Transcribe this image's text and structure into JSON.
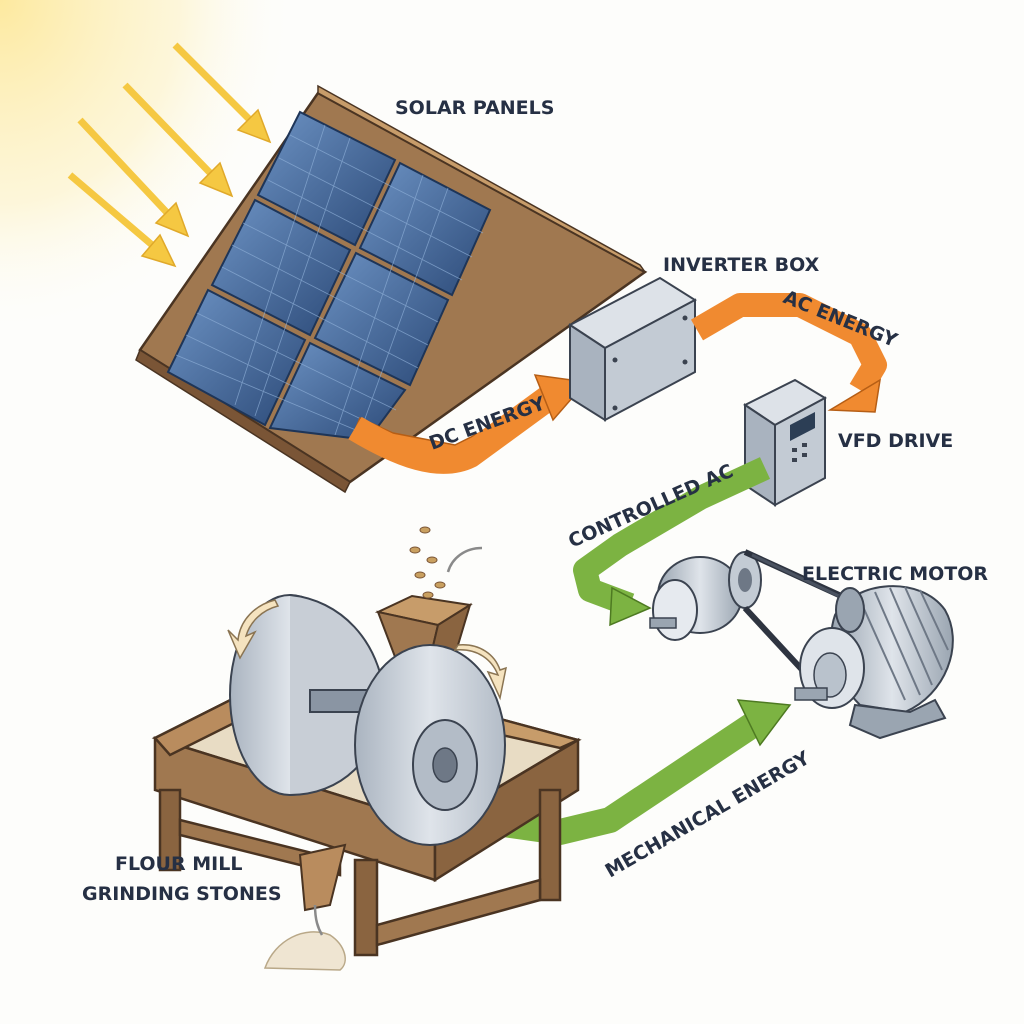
{
  "labels": {
    "solar_panels": "SOLAR PANELS",
    "inverter_box": "INVERTER BOX",
    "ac_energy": "AC ENERGY",
    "dc_energy": "DC ENERGY",
    "vfd_drive": "VFD DRIVE",
    "controlled_ac": "CONTROLLED AC",
    "electric_motor": "ELECTRIC MOTOR",
    "mechanical_energy": "MECHANICAL ENERGY",
    "flour_mill_line1": "FLOUR MILL",
    "flour_mill_line2": "GRINDING STONES"
  },
  "colors": {
    "sunlight": "#f5c842",
    "dc_arrow": "#f08a30",
    "ac_arrow": "#f08a30",
    "controlled_ac_arrow": "#7cb342",
    "mechanical_arrow": "#7cb342",
    "panel": "#3d5f8f",
    "wood": "#a07850",
    "stone": "#c8ced6",
    "metal": "#b9c2cc"
  }
}
